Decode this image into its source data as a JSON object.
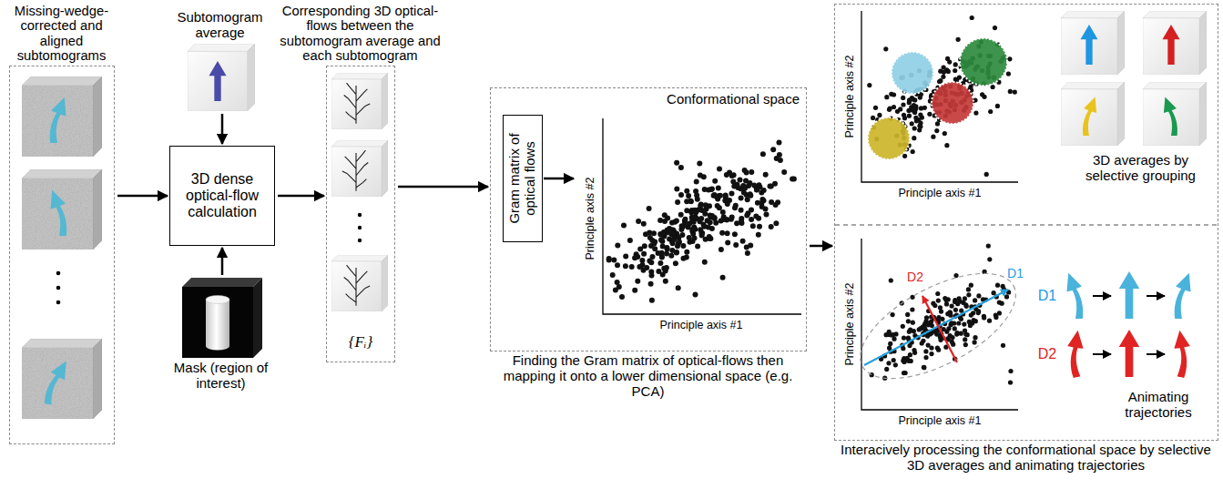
{
  "diagram": {
    "nodes": [
      {
        "text": [
          "Missing-wedge-corrected and aligned subtomograms"
        ]
      },
      {
        "text": [
          "Subtomogram average"
        ]
      },
      {
        "text": [
          "3D dense optical-flow calculation"
        ]
      },
      {
        "text": [
          "Mask (region of interest)"
        ]
      },
      {
        "text": [
          "Corresponding 3D optical-flows between the subtomogram average and each subtomogram",
          "{Fᵢ}"
        ]
      },
      {
        "text": [
          "Finding the Gram matrix of optical-flows then mapping it onto a lower dimensional space (e.g. PCA)"
        ]
      },
      {
        "text": [
          "Gram matrix of optical flows"
        ],
        "in": 5
      },
      {
        "text": [
          "Interacively processing the conformational space by selective 3D averages and animating trajectories"
        ]
      }
    ],
    "edges": [
      {
        "from": 0,
        "to": 2,
        "arrow": "to"
      },
      {
        "from": 1,
        "to": 2,
        "arrow": "to"
      },
      {
        "from": 3,
        "to": 2,
        "arrow": "to"
      },
      {
        "from": 2,
        "to": 4,
        "arrow": "to"
      },
      {
        "from": 4,
        "to": 5,
        "arrow": "to"
      },
      {
        "from": 5,
        "to": 7,
        "arrow": "to"
      }
    ],
    "labels": [
      "Conformational space",
      "Principle axis #2",
      "Principle axis #1",
      "Principle axis #2",
      "Principle axis #1",
      "3D averages by selective grouping",
      "Principle axis #2",
      "Principle axis #1",
      "D2",
      "D1",
      "D1",
      "D2",
      "Animating trajectories"
    ]
  }
}
